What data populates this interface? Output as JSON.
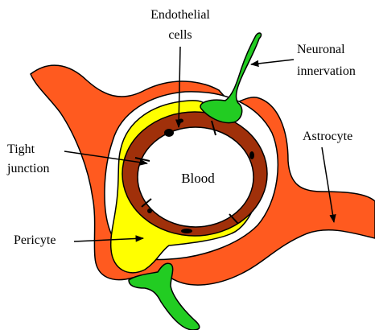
{
  "labels": {
    "endothelial_line1": "Endothelial",
    "endothelial_line2": "cells",
    "neuronal_line1": "Neuronal",
    "neuronal_line2": "innervation",
    "tight_line1": "Tight",
    "tight_line2": "junction",
    "astrocyte": "Astrocyte",
    "pericyte": "Pericyte",
    "blood": "Blood"
  },
  "colors": {
    "astrocyte": "#ff5a1f",
    "pericyte": "#ffff00",
    "endothelium": "#a0300a",
    "lumen": "#ffffff",
    "neuron": "#22cc22",
    "outline": "#000000"
  }
}
